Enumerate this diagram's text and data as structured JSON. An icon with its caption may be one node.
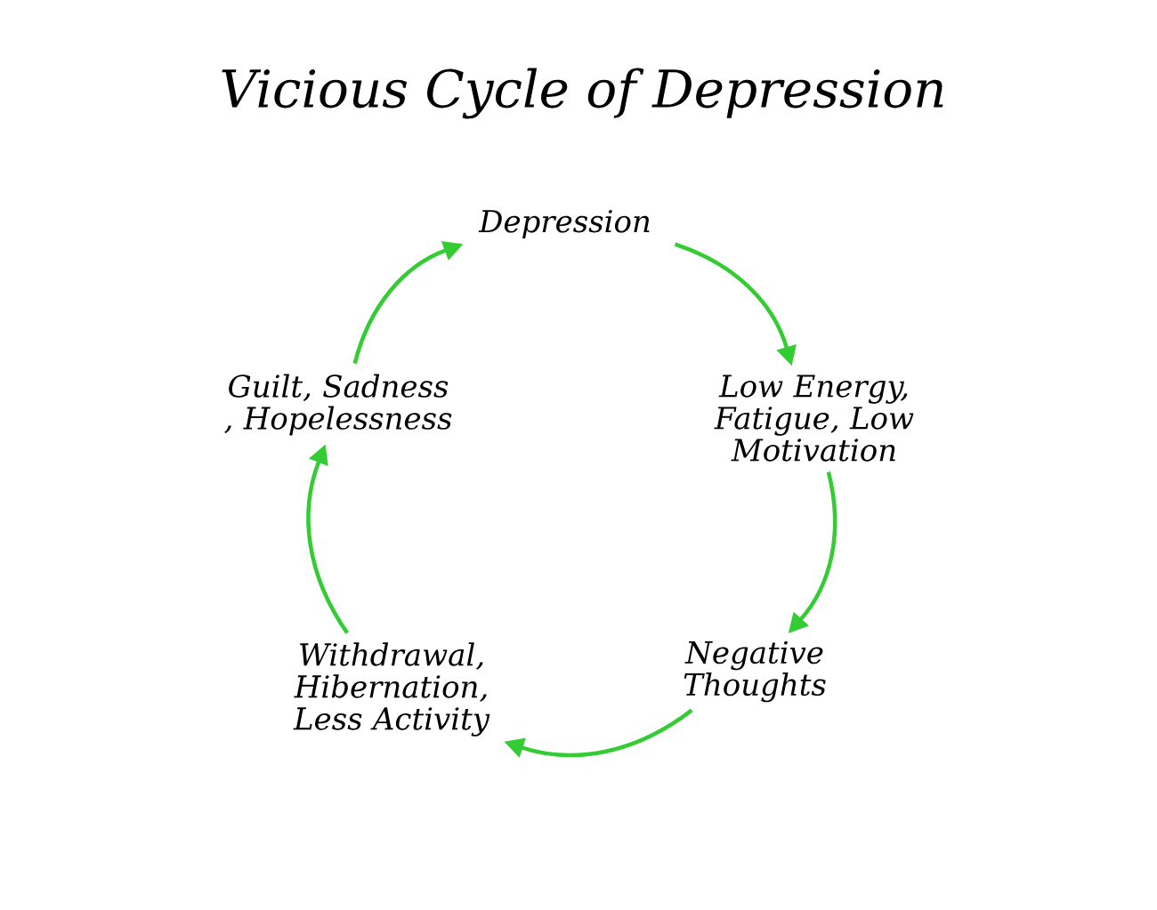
{
  "diagram": {
    "title": "Vicious Cycle of Depression",
    "nodes": [
      {
        "text": [
          "Depression"
        ]
      },
      {
        "text": [
          "Low Energy, Fatigue, Low Motivation"
        ]
      },
      {
        "text": [
          "Negative Thoughts"
        ]
      },
      {
        "text": [
          "Withdrawal, Hibernation, Less Activity"
        ]
      },
      {
        "text": [
          "Guilt, Sadness , Hopelessness"
        ]
      }
    ],
    "edges": [
      {
        "from": 0,
        "to": 1,
        "arrow": "to"
      },
      {
        "from": 1,
        "to": 2,
        "arrow": "to"
      },
      {
        "from": 2,
        "to": 3,
        "arrow": "to"
      },
      {
        "from": 3,
        "to": 4,
        "arrow": "to"
      },
      {
        "from": 4,
        "to": 0,
        "arrow": "to"
      }
    ]
  }
}
